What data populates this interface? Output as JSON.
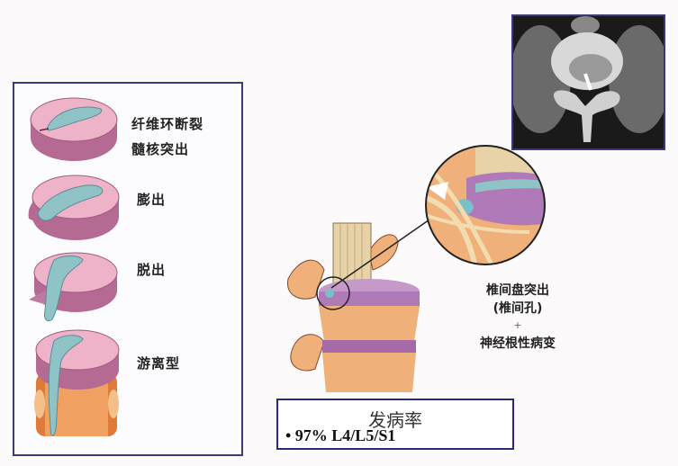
{
  "left_panel": {
    "title": "disc-herniation-types",
    "items": [
      {
        "label_line1": "纤维环断裂",
        "label_line2": "髓核突出"
      },
      {
        "label_line1": "膨出"
      },
      {
        "label_line1": "脱出"
      },
      {
        "label_line1": "游离型"
      }
    ]
  },
  "ct_image": {
    "description": "Axial CT of lumbar vertebra with arrow indicating herniation"
  },
  "annotation": {
    "line1": "椎间盘突出",
    "line2": "(椎间孔)",
    "plus": "+",
    "line3": "神经根性病变"
  },
  "incidence_box": {
    "title": "发病率",
    "bullet": "• 97% L4/L5/S1"
  },
  "colors": {
    "frame": "#3a3a78",
    "disc_pink": "#e8a9c0",
    "disc_side": "#b56a94",
    "nucleus": "#8fc3c6",
    "vertebra": "#e8a46a",
    "background": "#fdfafc"
  }
}
